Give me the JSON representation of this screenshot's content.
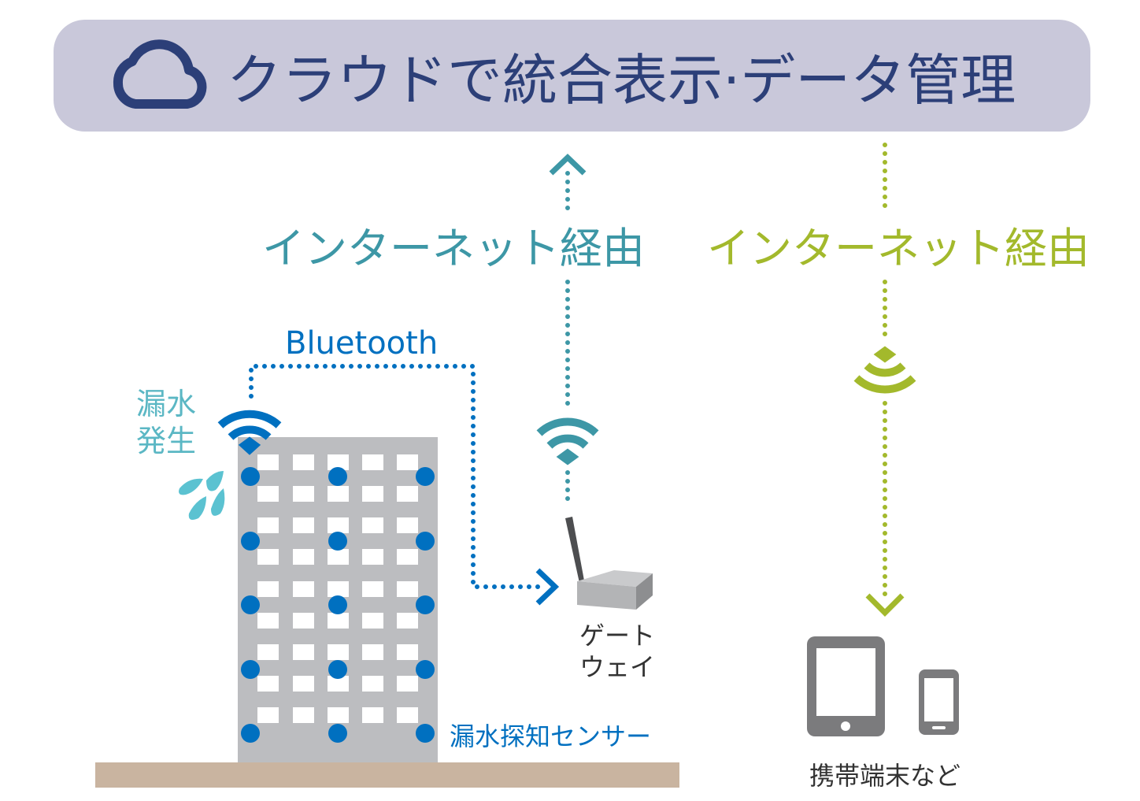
{
  "header": {
    "title": "クラウドで統合表示·データ管理",
    "icon": "cloud-icon"
  },
  "labels": {
    "internet_left": "インターネット経由",
    "internet_right": "インターネット経由",
    "bluetooth": "Bluetooth",
    "leak_line1": "漏水",
    "leak_line2": "発生",
    "gateway_line1": "ゲート",
    "gateway_line2": "ウェイ",
    "sensor": "漏水探知センサー",
    "devices": "携帯端末など"
  },
  "colors": {
    "header_bg": "#c9c8da",
    "navy": "#2c3f78",
    "teal": "#3d97a6",
    "green": "#a3b92c",
    "blue": "#0070c0",
    "water": "#5bc2d1",
    "building": "#bcbdc0",
    "ground": "#c9b4a0",
    "device": "#7b7b7d"
  }
}
